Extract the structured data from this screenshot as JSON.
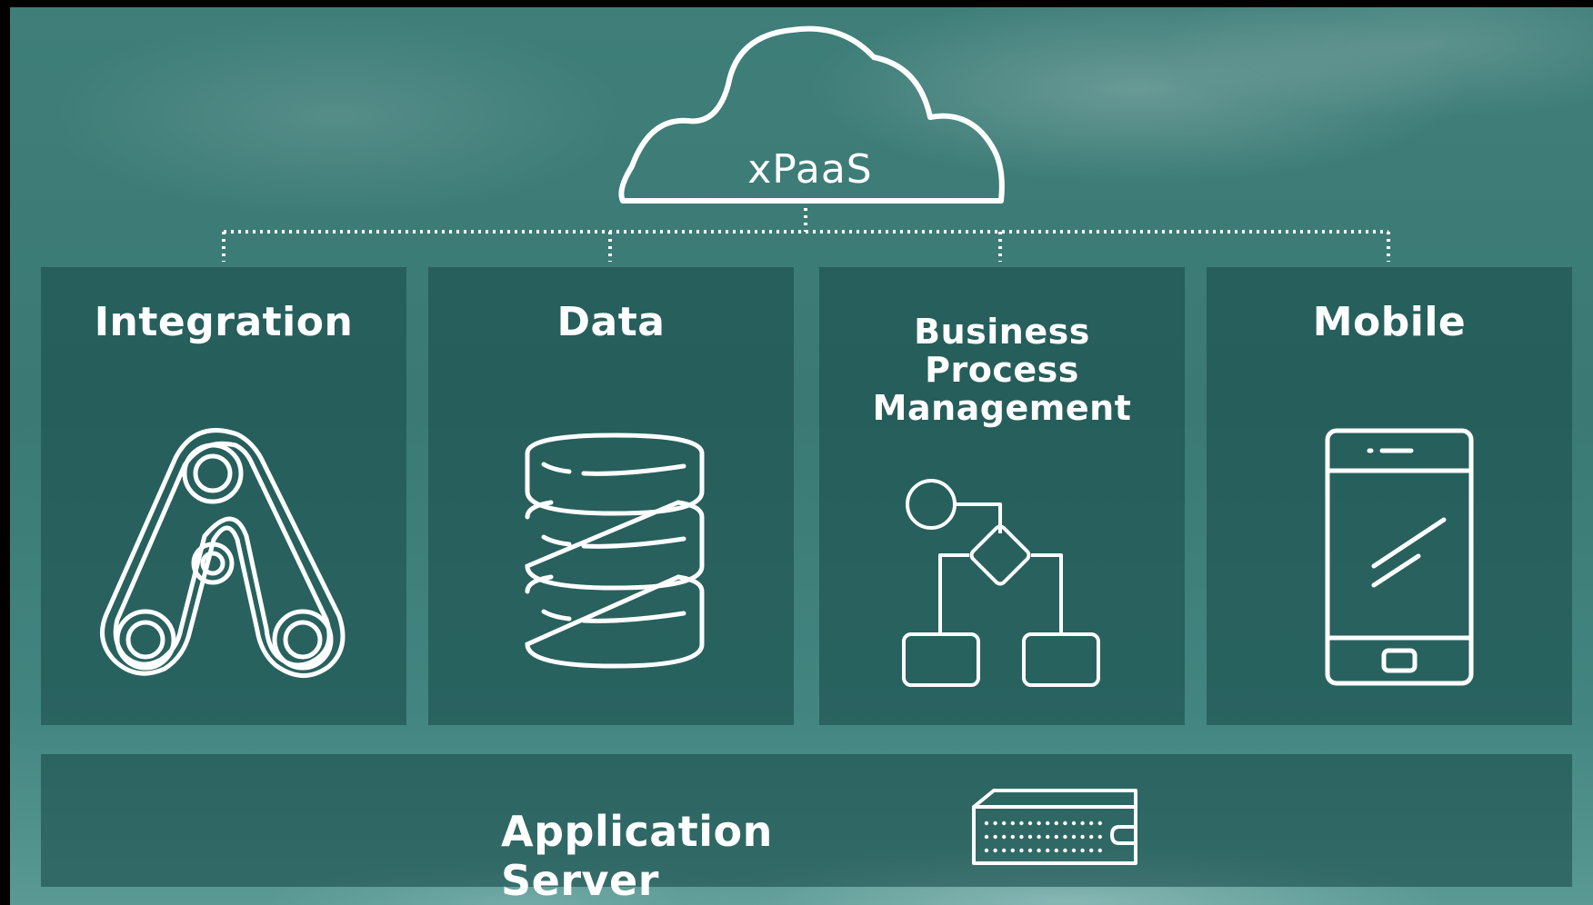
{
  "platform": {
    "label": "xPaaS"
  },
  "services": [
    {
      "title": "Integration",
      "icon": "pulley-belt-icon"
    },
    {
      "title": "Data",
      "icon": "database-icon"
    },
    {
      "title_lines": [
        "Business",
        "Process",
        "Management"
      ],
      "icon": "flowchart-icon"
    },
    {
      "title": "Mobile",
      "icon": "smartphone-icon"
    }
  ],
  "foundation": {
    "title": "Application Server",
    "icon": "server-rack-icon"
  },
  "colors": {
    "background": "#3d7c77",
    "panel": "#1a4e4c",
    "line": "#ffffff"
  }
}
